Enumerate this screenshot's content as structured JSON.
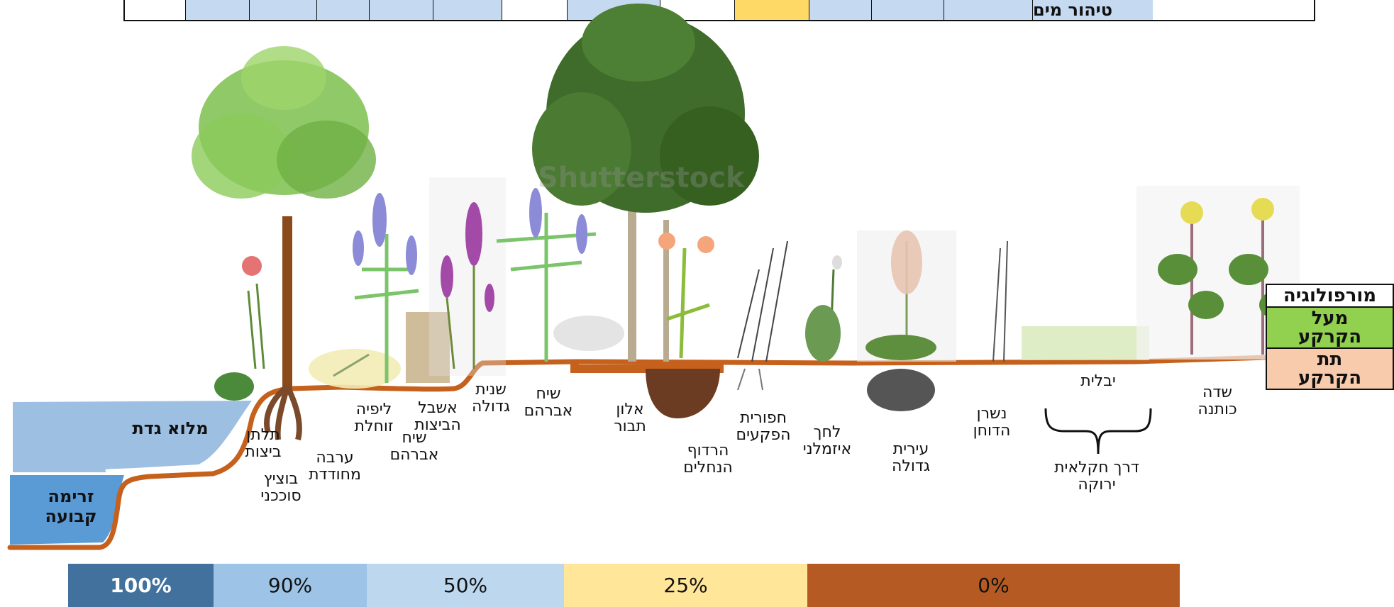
{
  "top_table": {
    "label": "טיהור מים",
    "cells": [
      {
        "color": "#ffffff",
        "w": 85
      },
      {
        "color": "#c5d9f1",
        "w": 90
      },
      {
        "color": "#c5d9f1",
        "w": 95
      },
      {
        "color": "#c5d9f1",
        "w": 74
      },
      {
        "color": "#c5d9f1",
        "w": 90
      },
      {
        "color": "#c5d9f1",
        "w": 97
      },
      {
        "color": "#ffffff",
        "w": 92
      },
      {
        "color": "#c5d9f1",
        "w": 131
      },
      {
        "color": "#ffffff",
        "w": 105
      },
      {
        "color": "#ffd966",
        "w": 105
      },
      {
        "color": "#c5d9f1",
        "w": 88
      },
      {
        "color": "#c5d9f1",
        "w": 102
      },
      {
        "color": "#c5d9f1",
        "w": 125
      },
      {
        "color": "#c5d9f1",
        "w": 170
      }
    ]
  },
  "water_zones": {
    "bank_full": "מלוא גדת",
    "permanent_flow": "זרימה\nקבועה"
  },
  "plants": [
    {
      "id": "talat-bitzot",
      "name": "תלתן\nביצות"
    },
    {
      "id": "botzitz-sukhani",
      "name": "בוציץ\nסוככני"
    },
    {
      "id": "arava-mechudedet",
      "name": "ערבה\nמחודדת"
    },
    {
      "id": "lipiya-zochelet",
      "name": "ליפיה\nזוחלת"
    },
    {
      "id": "siach-avraham-1",
      "name": "שיח\nאברהם"
    },
    {
      "id": "eshbol-bitzot",
      "name": "אשבל\nהביצות"
    },
    {
      "id": "shanit-gdola",
      "name": "שנית\nגדולה"
    },
    {
      "id": "siach-avraham-2",
      "name": "שיח\nאברהם"
    },
    {
      "id": "alon-tavor",
      "name": "אלון\nתבור"
    },
    {
      "id": "hardu-nechalim",
      "name": "הרדוף\nהנחלים"
    },
    {
      "id": "chafurit-hafkaim",
      "name": "חפורית\nהפקעים"
    },
    {
      "id": "lachach-izimleni",
      "name": "לחך\nאיזמלני"
    },
    {
      "id": "irit-gdola",
      "name": "עירית\nגדולה"
    },
    {
      "id": "nishran-haduchan",
      "name": "נשרן\nהדוחן"
    },
    {
      "id": "yablit",
      "name": "יבלית"
    },
    {
      "id": "derech-chaklait",
      "name": "דרך חקלאית\nירוקה"
    },
    {
      "id": "sade-kutna",
      "name": "שדה\nכותנה"
    }
  ],
  "side_legend": {
    "morphology": "מורפולוגיה",
    "above_ground": "מעל\nהקרקע",
    "below_ground": "תת\nהקרקע"
  },
  "percent_bar": [
    {
      "label": "100%",
      "color": "#41719c",
      "text_color": "#ffffff"
    },
    {
      "label": "90%",
      "color": "#9dc3e6",
      "text_color": "#111111"
    },
    {
      "label": "50%",
      "color": "#bdd7ee",
      "text_color": "#111111"
    },
    {
      "label": "25%",
      "color": "#ffe699",
      "text_color": "#111111"
    },
    {
      "label": "0%",
      "color": "#b55a23",
      "text_color": "#111111"
    }
  ],
  "colors": {
    "soil_line": "#c5611c",
    "water_light": "#9dbfe1",
    "water_dark": "#5b9bd5",
    "legend_morph": "#ffffff",
    "legend_above": "#92d050",
    "legend_below": "#f8cbad"
  },
  "watermark": "Shutterstock"
}
